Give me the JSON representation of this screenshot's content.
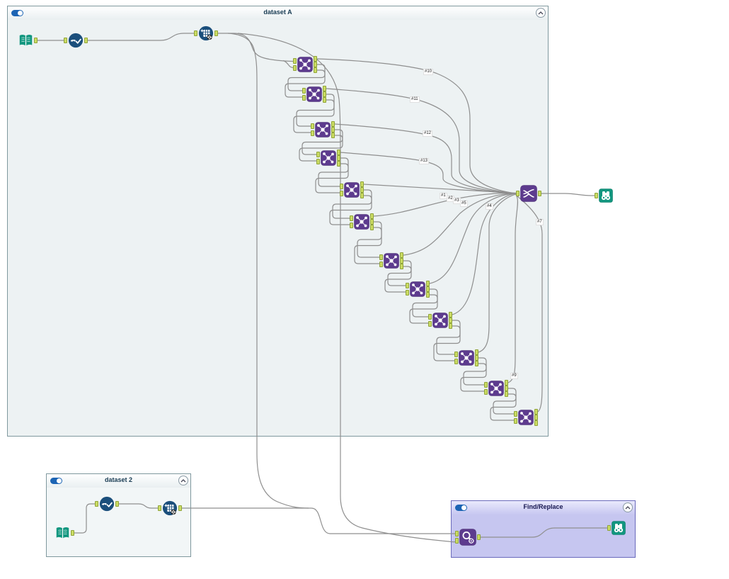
{
  "containers": {
    "dataset_a": {
      "title": "dataset A",
      "enabled": true
    },
    "dataset_2": {
      "title": "dataset 2",
      "enabled": true
    },
    "find_replace": {
      "title": "Find/Replace",
      "enabled": true
    }
  },
  "wire_labels": [
    {
      "text": "#10"
    },
    {
      "text": "#11"
    },
    {
      "text": "#12"
    },
    {
      "text": "#13"
    },
    {
      "text": "#1"
    },
    {
      "text": "#2"
    },
    {
      "text": "#3"
    },
    {
      "text": "#5"
    },
    {
      "text": "#4"
    },
    {
      "text": "#7"
    },
    {
      "text": "#9"
    }
  ],
  "tools": [
    {
      "name": "input-data-tool-a",
      "icon": "open-book-icon"
    },
    {
      "name": "select-tool-a",
      "icon": "check-dots-circle-icon"
    },
    {
      "name": "data-cleansing-tool-a",
      "icon": "table-sparkle-gear-icon"
    },
    {
      "name": "join-tool-1",
      "icon": "join-nodes-icon"
    },
    {
      "name": "join-tool-2",
      "icon": "join-nodes-icon"
    },
    {
      "name": "join-tool-3",
      "icon": "join-nodes-icon"
    },
    {
      "name": "join-tool-4",
      "icon": "join-nodes-icon"
    },
    {
      "name": "join-tool-5",
      "icon": "join-nodes-icon"
    },
    {
      "name": "join-tool-6",
      "icon": "join-nodes-icon"
    },
    {
      "name": "join-tool-7",
      "icon": "join-nodes-icon"
    },
    {
      "name": "join-tool-8",
      "icon": "join-nodes-icon"
    },
    {
      "name": "join-tool-9",
      "icon": "join-nodes-icon"
    },
    {
      "name": "join-tool-10",
      "icon": "join-nodes-icon"
    },
    {
      "name": "join-tool-11",
      "icon": "join-nodes-icon"
    },
    {
      "name": "join-tool-12",
      "icon": "join-nodes-icon"
    },
    {
      "name": "union-tool",
      "icon": "union-shuffle-icon"
    },
    {
      "name": "browse-tool-a",
      "icon": "binoculars-icon"
    },
    {
      "name": "input-data-tool-2",
      "icon": "open-book-icon"
    },
    {
      "name": "select-tool-2",
      "icon": "check-dots-circle-icon"
    },
    {
      "name": "data-cleansing-tool-2",
      "icon": "table-sparkle-gear-icon"
    },
    {
      "name": "find-replace-tool",
      "icon": "magnifier-gear-icon"
    },
    {
      "name": "browse-tool-find-replace",
      "icon": "binoculars-icon"
    }
  ],
  "colors": {
    "container_teal_border": "#7f989e",
    "container_a_body": "#edf2f3",
    "container_purple_body": "#c6c6f0",
    "container_purple_border": "#6a6abc",
    "tool_purple": "#5d3b8e",
    "tool_teal": "#12967f",
    "tool_navy": "#1b4f7c",
    "anchor_green": "#cbdc63",
    "wire_gray": "#8f8f8f",
    "toggle_blue": "#1c64b4"
  }
}
